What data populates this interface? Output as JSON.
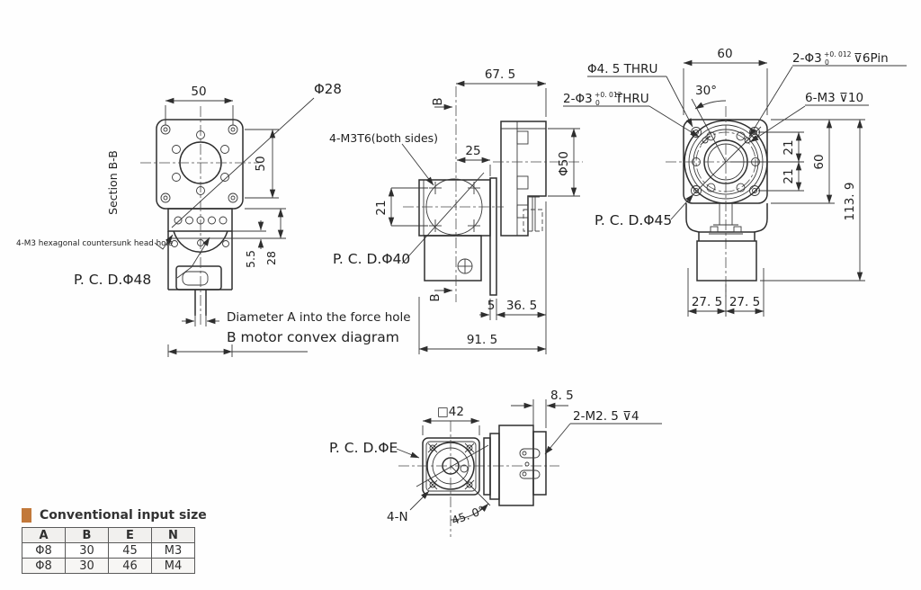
{
  "section_view": {
    "label": "Section B-B",
    "dim_top_50": "50",
    "phi28": "Φ28",
    "dim_right_50": "50",
    "countersunk_note": "4-M3 hexagonal countersunk head hole",
    "pcd48": "P. C. D.Φ48",
    "dim_5_5": "5.5",
    "dim_28": "28",
    "note_force_hole": "Diameter A into the force hole",
    "caption": "B motor convex diagram"
  },
  "side_view": {
    "dim_67_5": "67. 5",
    "b_top": "B",
    "b_bottom": "B",
    "m3t6_note": "4-M3T6(both sides)",
    "dim_25": "25",
    "dim_21": "21",
    "phi50": "Φ50",
    "pcd40": "P. C. D.Φ40",
    "dim_5": "5",
    "dim_36_5": "36. 5",
    "dim_91_5": "91. 5"
  },
  "front_view": {
    "phi45_thru": "Φ4. 5 THRU",
    "dim_60_top": "60",
    "pin_label_base": "2-Φ3",
    "pin_label_sup": "+0. 012",
    "pin_label_sub": "0",
    "pin_label_suffix": "⊽6Pin",
    "dim_30deg": "30°",
    "thru_label_base": "2-Φ3",
    "thru_label_sup": "+0. 012",
    "thru_label_sub": "0",
    "thru_label_suffix": "THRU",
    "m3_label": "6-M3 ⊽10",
    "dim_21_upper": "21",
    "dim_21_lower": "21",
    "dim_60_right": "60",
    "dim_113_9": "113. 9",
    "pcd45": "P. C. D.Φ45",
    "dim_27_5_left": "27. 5",
    "dim_27_5_right": "27. 5"
  },
  "input_view": {
    "dim_8_5": "8. 5",
    "dim_sq42": "□42",
    "m2_5_label": "2-M2. 5 ⊽4",
    "pcd_e": "P. C. D.ΦE",
    "n_label": "4-N",
    "dim_45deg": "45. 0°"
  },
  "legend": {
    "title": "Conventional input size"
  },
  "table": {
    "headers": [
      "A",
      "B",
      "E",
      "N"
    ],
    "rows": [
      [
        "Φ8",
        "30",
        "45",
        "M3"
      ],
      [
        "Φ8",
        "30",
        "46",
        "M4"
      ]
    ]
  },
  "colors": {
    "accent": "#c2793b",
    "line": "#2e2e2e"
  }
}
